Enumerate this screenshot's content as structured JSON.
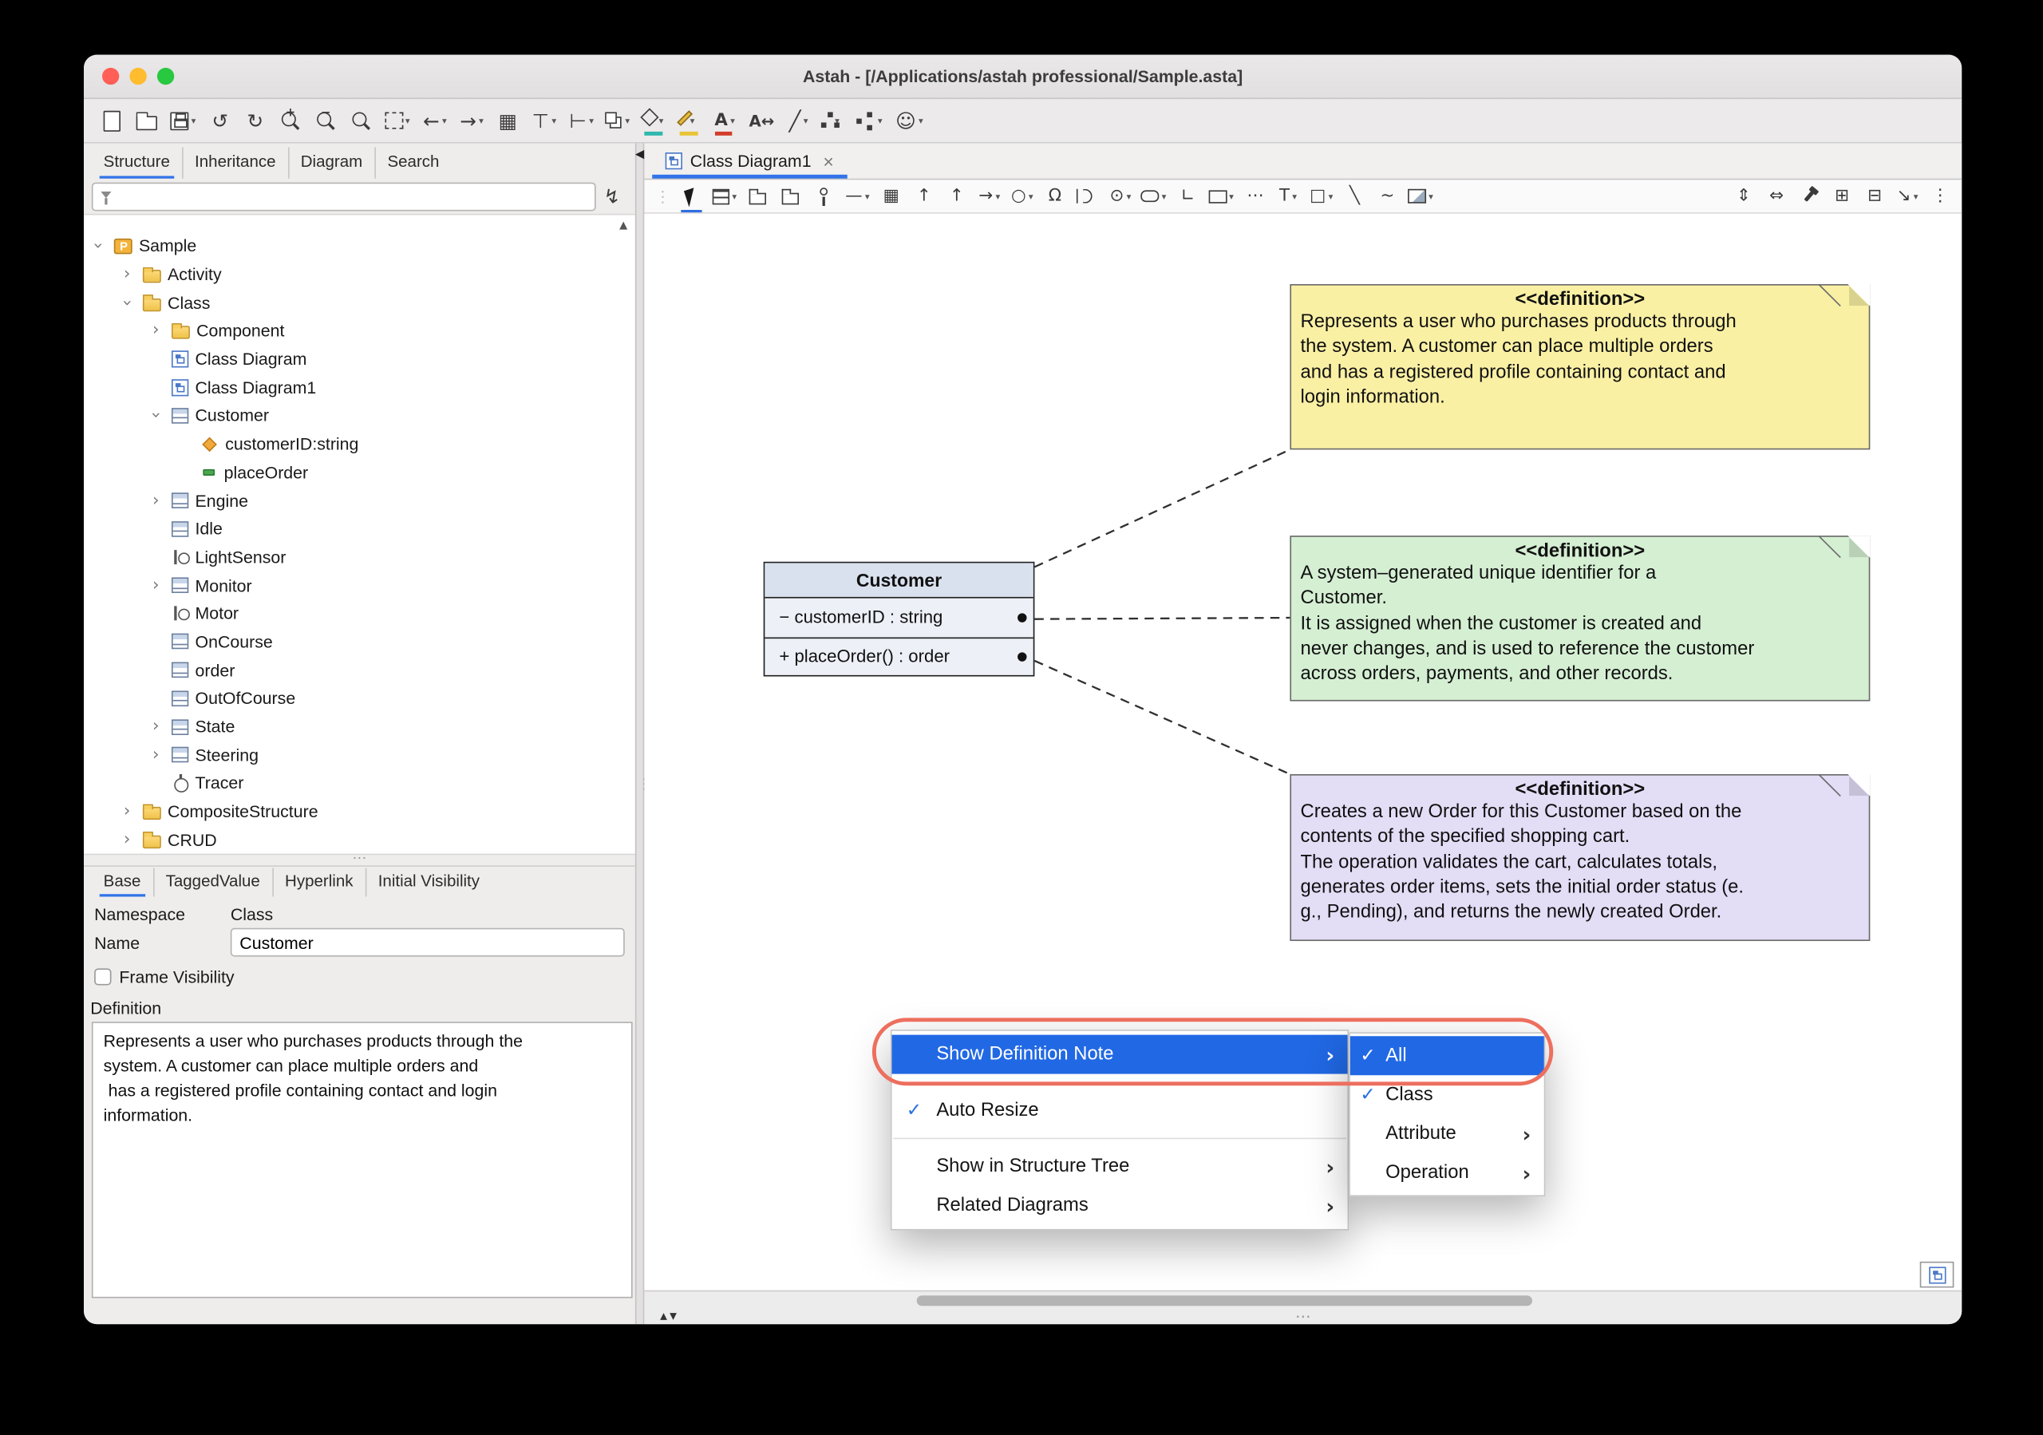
{
  "window": {
    "title": "Astah - [/Applications/astah professional/Sample.asta]"
  },
  "main_toolbar": {
    "items": [
      {
        "name": "new-file-icon",
        "cls": "ic-doc"
      },
      {
        "name": "open-file-icon",
        "cls": "ic-folder"
      },
      {
        "name": "save-icon",
        "cls": "ic-save",
        "dd": true
      },
      {
        "name": "undo-icon",
        "glyph": "↺"
      },
      {
        "name": "redo-icon",
        "glyph": "↻"
      },
      {
        "name": "zoom-in-icon",
        "cls": "ic-mag",
        "glyph": "+"
      },
      {
        "name": "zoom-out-icon",
        "cls": "ic-mag",
        "glyph": "−"
      },
      {
        "name": "zoom-reset-icon",
        "cls": "ic-mag"
      },
      {
        "name": "fit-to-window-icon",
        "cls": "ic-dashbox",
        "dd": true
      },
      {
        "name": "navigate-back-icon",
        "glyph": "←",
        "dd": true
      },
      {
        "name": "navigate-forward-icon",
        "glyph": "→",
        "dd": true
      },
      {
        "name": "view-table-icon",
        "glyph": "▦"
      },
      {
        "name": "align-vertical-icon",
        "glyph": "⊤",
        "dd": true
      },
      {
        "name": "align-horizontal-icon",
        "glyph": "⊢",
        "dd": true
      },
      {
        "name": "stack-order-icon",
        "cls": "ic-stack",
        "dd": true
      },
      {
        "name": "fill-color-icon",
        "cls": "ic-bucket",
        "dd": true
      },
      {
        "name": "line-color-icon",
        "cls": "ic-pen",
        "dd": true
      },
      {
        "name": "font-color-icon",
        "cls": "ic-fontcolor",
        "glyph": "A",
        "dd": true
      },
      {
        "name": "font-size-icon",
        "cls": "ic-fontsize",
        "glyph": "A↔"
      },
      {
        "name": "line-style-icon",
        "glyph": "╱",
        "dd": true
      },
      {
        "name": "hierarchy-icon",
        "cls": "ic-tree",
        "dd": true
      },
      {
        "name": "hierarchy-wide-icon",
        "cls": "ic-tree2",
        "dd": true
      },
      {
        "name": "emoji-icon",
        "glyph": "☺",
        "dd": true
      }
    ]
  },
  "navigator": {
    "tabs": [
      {
        "label": "Structure",
        "active": true
      },
      {
        "label": "Inheritance"
      },
      {
        "label": "Diagram"
      },
      {
        "label": "Search"
      }
    ],
    "filter_value": "",
    "tree": [
      {
        "label": "Sample",
        "icon": "project-icon",
        "level": 0,
        "expander": "open"
      },
      {
        "label": "Activity",
        "icon": "folder-icon",
        "level": 1,
        "expander": "closed"
      },
      {
        "label": "Class",
        "icon": "folder-icon",
        "level": 1,
        "expander": "open"
      },
      {
        "label": "Component",
        "icon": "folder-icon",
        "level": 2,
        "expander": "closed"
      },
      {
        "label": "Class Diagram",
        "icon": "diagram-icon",
        "level": 2,
        "expander": "none"
      },
      {
        "label": "Class Diagram1",
        "icon": "diagram-icon",
        "level": 2,
        "expander": "none"
      },
      {
        "label": "Customer",
        "icon": "class-icon",
        "level": 2,
        "expander": "open"
      },
      {
        "label": "customerID:string",
        "icon": "attribute-icon",
        "level": 3,
        "expander": "none"
      },
      {
        "label": "placeOrder",
        "icon": "operation-icon",
        "level": 3,
        "expander": "none"
      },
      {
        "label": "Engine",
        "icon": "class-icon",
        "level": 2,
        "expander": "closed"
      },
      {
        "label": "Idle",
        "icon": "class-icon",
        "level": 2,
        "expander": "none"
      },
      {
        "label": "LightSensor",
        "icon": "interface-socket-icon",
        "level": 2,
        "expander": "none"
      },
      {
        "label": "Monitor",
        "icon": "class-icon",
        "level": 2,
        "expander": "closed"
      },
      {
        "label": "Motor",
        "icon": "interface-socket-icon",
        "level": 2,
        "expander": "none"
      },
      {
        "label": "OnCourse",
        "icon": "class-icon",
        "level": 2,
        "expander": "none"
      },
      {
        "label": "order",
        "icon": "class-icon",
        "level": 2,
        "expander": "none"
      },
      {
        "label": "OutOfCourse",
        "icon": "class-icon",
        "level": 2,
        "expander": "none"
      },
      {
        "label": "State",
        "icon": "class-icon",
        "level": 2,
        "expander": "closed"
      },
      {
        "label": "Steering",
        "icon": "class-icon",
        "level": 2,
        "expander": "closed"
      },
      {
        "label": "Tracer",
        "icon": "control-class-icon",
        "level": 2,
        "expander": "none"
      },
      {
        "label": "CompositeStructure",
        "icon": "folder-icon",
        "level": 1,
        "expander": "closed"
      },
      {
        "label": "CRUD",
        "icon": "folder-icon",
        "level": 1,
        "expander": "closed"
      }
    ]
  },
  "property_panel": {
    "tabs": [
      {
        "label": "Base",
        "active": true
      },
      {
        "label": "TaggedValue"
      },
      {
        "label": "Hyperlink"
      },
      {
        "label": "Initial Visibility"
      }
    ],
    "namespace_label": "Namespace",
    "namespace_value": "Class",
    "name_label": "Name",
    "name_value": "Customer",
    "frame_visibility_label": "Frame Visibility",
    "definition_label": "Definition",
    "definition_text": "Represents a user who purchases products through the\nsystem. A customer can place multiple orders and\n has a registered profile containing contact and login\ninformation.",
    "collapse_glyph": "▼"
  },
  "editor": {
    "tab_label": "Class Diagram1",
    "tab_close_glyph": "×",
    "toolbar_items": [
      {
        "name": "select-tool-icon",
        "cls": "ic-cursor",
        "active": true
      },
      {
        "name": "class-tool-icon",
        "cls": "ic-classbox",
        "dd": true
      },
      {
        "name": "package-tool-icon",
        "cls": "ic-pkg"
      },
      {
        "name": "subsystem-tool-icon",
        "cls": "ic-pkg"
      },
      {
        "name": "pin-tool-icon",
        "cls": "ic-pin"
      },
      {
        "name": "association-tool-icon",
        "glyph": "—",
        "dd": true
      },
      {
        "name": "frame-tool-icon",
        "glyph": "▦"
      },
      {
        "name": "generalization-tool-icon",
        "glyph": "↑"
      },
      {
        "name": "realization-tool-icon",
        "glyph": "↑"
      },
      {
        "name": "dependency-tool-icon",
        "glyph": "→",
        "dd": true
      },
      {
        "name": "interface-tool-icon",
        "glyph": "○",
        "dd": true
      },
      {
        "name": "usage-tool-icon",
        "glyph": "Ω"
      },
      {
        "name": "required-interface-tool-icon",
        "cls": "ic-socket"
      },
      {
        "name": "port-tool-icon",
        "glyph": "⊙",
        "dd": true
      },
      {
        "name": "note-tool-icon",
        "cls": "ic-roundbox",
        "dd": true
      },
      {
        "name": "anchor-tool-icon",
        "glyph": "∟"
      },
      {
        "name": "rect-tool-icon",
        "cls": "ic-rect",
        "dd": true
      },
      {
        "name": "freehand-tool-icon",
        "glyph": "⋯"
      },
      {
        "name": "text-tool-icon",
        "glyph": "T",
        "dd": true
      },
      {
        "name": "shape-tool-icon",
        "glyph": "□",
        "dd": true
      },
      {
        "name": "diagonal-line-tool-icon",
        "glyph": "╲"
      },
      {
        "name": "curve-tool-icon",
        "glyph": "~"
      },
      {
        "name": "image-tool-icon",
        "cls": "ic-image",
        "dd": true
      },
      {
        "name": "space-vertical-icon",
        "glyph": "⇕",
        "right": true
      },
      {
        "name": "space-horizontal-icon",
        "glyph": "⇔"
      },
      {
        "name": "pushpin-icon",
        "cls": "ic-pushpin"
      },
      {
        "name": "expand-frame-icon",
        "glyph": "⊞"
      },
      {
        "name": "open-frame-icon",
        "glyph": "⊟"
      },
      {
        "name": "resize-icon",
        "glyph": "↘",
        "dd": true
      },
      {
        "name": "overflow-icon",
        "glyph": "⋮"
      }
    ]
  },
  "canvas": {
    "class_box": {
      "name": "Customer",
      "attributes": [
        "− customerID : string"
      ],
      "operations": [
        "+ placeOrder() : order"
      ]
    },
    "notes": [
      {
        "stereotype": "<<definition>>",
        "color": "#FAF0A4",
        "body": "Represents a user who purchases products through\nthe system. A customer can place multiple orders\nand has a registered profile containing contact and\nlogin information."
      },
      {
        "stereotype": "<<definition>>",
        "color": "#D5EFD3",
        "body": "A system–generated unique identifier for a\nCustomer.\nIt is assigned when the customer is created and\nnever changes, and is used to reference the customer\nacross orders, payments, and other records."
      },
      {
        "stereotype": "<<definition>>",
        "color": "#E3DDF6",
        "body": "Creates a new Order for this Customer based on the\ncontents of the specified shopping cart.\nThe operation validates the cart, calculates totals,\ngenerates order items, sets the initial order status (e.\ng., Pending), and returns the newly created Order."
      }
    ],
    "context_menu": {
      "items": [
        {
          "label": "Show Definition Note",
          "submenu": true,
          "highlighted": true,
          "sep_after": true
        },
        {
          "label": "Auto Resize",
          "checked": true,
          "sep_after": true
        },
        {
          "label": "Show in Structure Tree",
          "submenu": true
        },
        {
          "label": "Related Diagrams",
          "submenu": true
        }
      ],
      "submenu_items": [
        {
          "label": "All",
          "checked": true,
          "highlighted": true
        },
        {
          "label": "Class",
          "checked": true
        },
        {
          "label": "Attribute",
          "submenu": true
        },
        {
          "label": "Operation",
          "submenu": true
        }
      ]
    },
    "colors": {
      "menu_highlight": "#2168E4",
      "tab_underline": "#3273E8",
      "annotation": "#ED6F5E"
    }
  }
}
